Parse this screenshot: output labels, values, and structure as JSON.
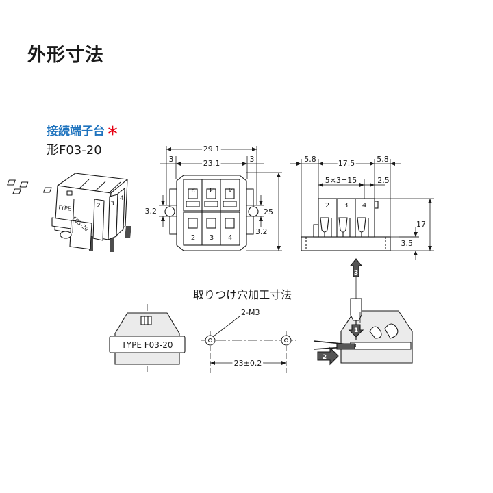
{
  "page": {
    "title": "外形寸法"
  },
  "product": {
    "label": "接続端子台",
    "asterisk": "＊",
    "model": "形F03-20"
  },
  "front_view": {
    "dim_width_outer": "29.1",
    "dim_width_inner": "23.1",
    "dim_left_margin": "3",
    "dim_right_margin": "3",
    "dim_height": "25",
    "dim_left_offset": "3.2",
    "dim_right_offset": "3.2",
    "top_terminals": [
      "2",
      "3",
      "4"
    ],
    "bottom_terminals": [
      "2",
      "3",
      "4"
    ]
  },
  "side_view": {
    "dim_left": "5.8",
    "dim_middle": "17.5",
    "dim_right": "5.8",
    "dim_pitch": "5×3=15",
    "dim_pitch_end": "2.5",
    "dim_height": "17",
    "dim_base": "3.5",
    "terminals": [
      "2",
      "3",
      "4"
    ]
  },
  "iso_view": {
    "label_type": "TYPE",
    "label_model": "F03-20",
    "terminal_numbers": [
      "2",
      "3",
      "4"
    ]
  },
  "mounting": {
    "title": "取りつけ穴加工寸法",
    "type_label": "TYPE F03-20",
    "hole_label": "2-M3",
    "spacing_label": "23±0.2"
  },
  "wiring": {
    "steps": [
      "1",
      "2",
      "3"
    ]
  }
}
